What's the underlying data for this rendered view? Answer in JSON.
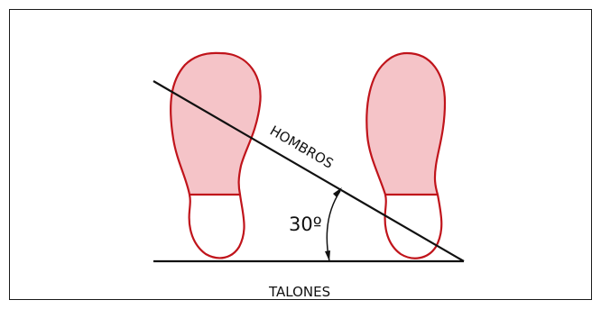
{
  "diagram": {
    "shoulders_label": "HOMBROS",
    "heels_label": "TALONES",
    "angle_label": "30º",
    "colors": {
      "outline": "#c0141b",
      "forefoot_fill": "#f5c4c8",
      "heel_fill": "#ffffff",
      "line": "#111111"
    }
  }
}
